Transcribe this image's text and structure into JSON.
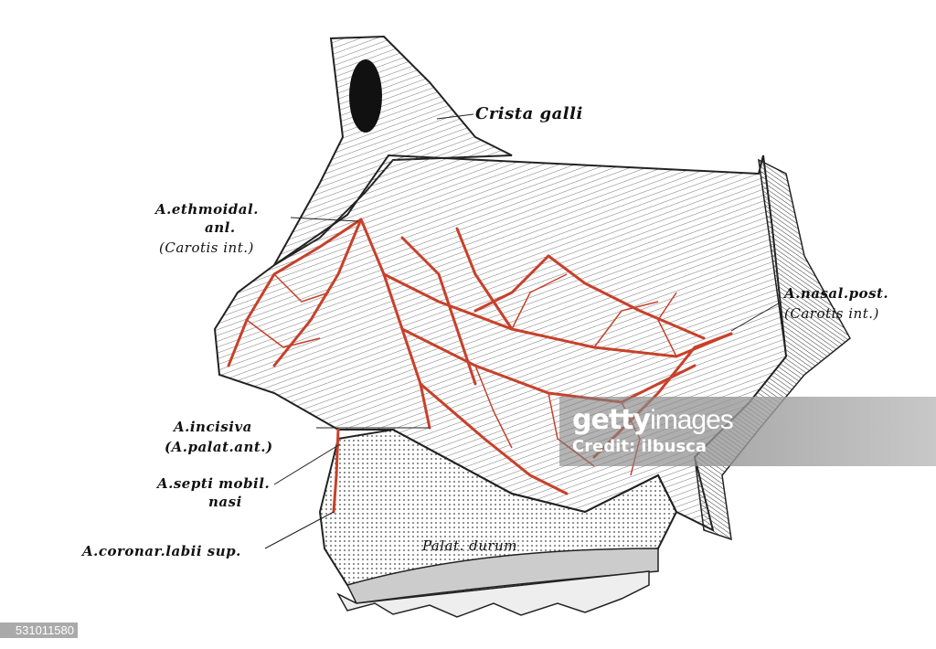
{
  "labels": {
    "crista_galli": "Crista galli",
    "ethmoidal_1": "A.ethmoidal.",
    "ethmoidal_2": "anl.",
    "ethmoidal_3": "(Carotis int.)",
    "nasal_post_1": "A.nasal.post.",
    "nasal_post_2": "(Carotis int.)",
    "incisiva_1": "A.incisiva",
    "incisiva_2": "(A.palat.ant.)",
    "septi_1": "A.septi mobil.",
    "septi_2": "nasi",
    "coronar": "A.coronar.labii sup.",
    "palat": "Palat. durum"
  },
  "watermark": {
    "brand_bold": "getty",
    "brand_light": "images",
    "credit": "Credit: ilbusca"
  },
  "image_id": "531011580",
  "colors": {
    "artery": "#c8402a",
    "ink": "#222222"
  }
}
